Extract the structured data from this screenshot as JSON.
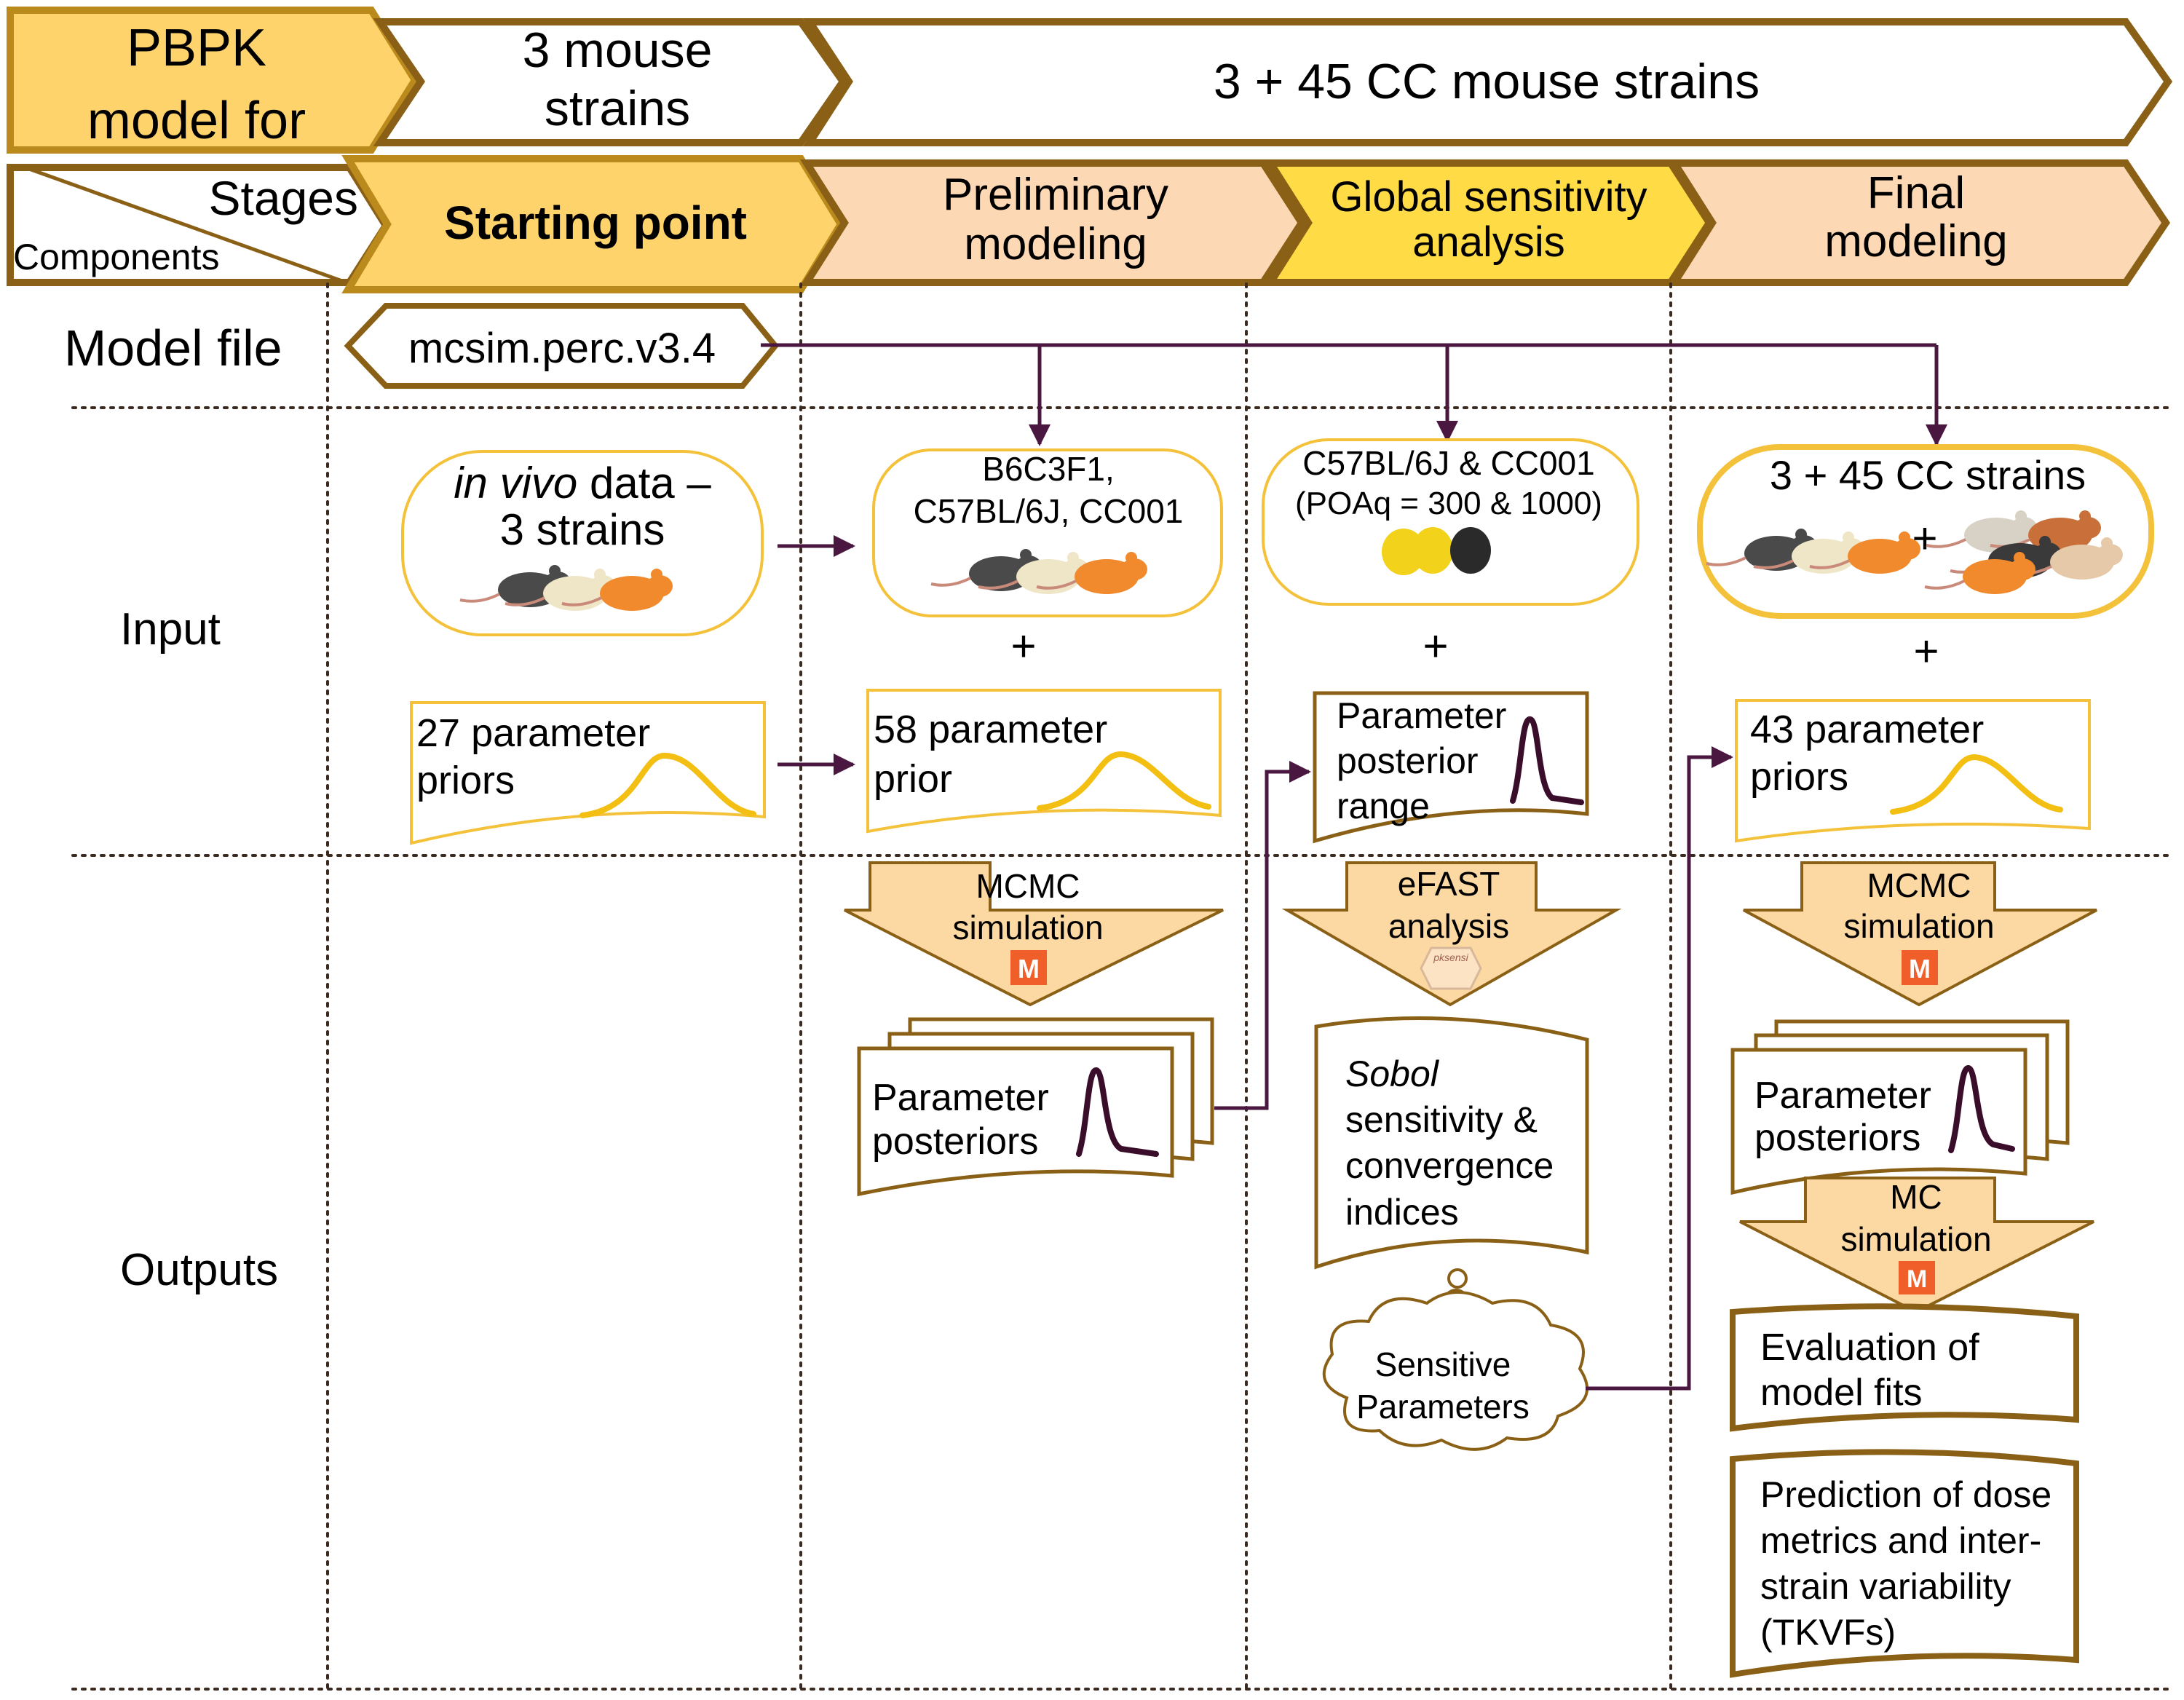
{
  "header": {
    "pbpk_label": [
      "PBPK",
      "model for"
    ],
    "three_strains": [
      "3 mouse",
      "strains"
    ],
    "all_strains": "3 + 45 CC mouse strains"
  },
  "stages_header": {
    "stages_word": "Stages",
    "components_word": "Components",
    "stage1": "Starting point",
    "stage2": [
      "Preliminary",
      "modeling"
    ],
    "stage3": [
      "Global sensitivity",
      "analysis"
    ],
    "stage4": [
      "Final",
      "modeling"
    ]
  },
  "rows": {
    "model_file": "Model file",
    "input": "Input",
    "outputs": "Outputs"
  },
  "model_file_name": "mcsim.perc.v3.4",
  "inputs": {
    "invivo": {
      "italic": "in vivo",
      "rest": " data –",
      "line2": "3 strains"
    },
    "prelim_strains": [
      "B6C3F1,",
      "C57BL/6J, CC001"
    ],
    "gsa_strains": [
      "C57BL/6J & CC001",
      "(POAq = 300 & 1000)"
    ],
    "final_strains": "3 + 45 CC strains",
    "plus": "+",
    "priors27": [
      "27 parameter",
      "priors"
    ],
    "priors58": [
      "58 parameter",
      "prior"
    ],
    "posterior_range": [
      "Parameter",
      "posterior",
      "range"
    ],
    "priors43": [
      "43 parameter",
      "priors"
    ]
  },
  "outputs": {
    "mcmc1": [
      "MCMC",
      "simulation"
    ],
    "efast": [
      "eFAST",
      "analysis"
    ],
    "mcmc2": [
      "MCMC",
      "simulation"
    ],
    "posteriors1": [
      "Parameter",
      "posteriors"
    ],
    "sobol": {
      "italic": "Sobol",
      "lines": [
        "sensitivity &",
        "convergence",
        "indices"
      ]
    },
    "sensitive": [
      "Sensitive",
      "Parameters"
    ],
    "posteriors2": [
      "Parameter",
      "posteriors"
    ],
    "mc": [
      "MC",
      "simulation"
    ],
    "evaluation": [
      "Evaluation of",
      "model fits"
    ],
    "prediction": [
      "Prediction of dose",
      "metrics and inter-",
      "strain variability",
      "(TKVFs)"
    ],
    "m_icon": "M",
    "pksensi_icon": "pksensi"
  },
  "colors": {
    "gold_fill": "#ffd36b",
    "peach_fill": "#fcd8b4",
    "yellow_fill": "#ffdc45",
    "border_brown": "#8a6016",
    "arrow_purple": "#4a1740",
    "curve_yellow": "#f2bf12",
    "curve_dark": "#3a0d2a",
    "m_icon_orange": "#f05f2a"
  }
}
